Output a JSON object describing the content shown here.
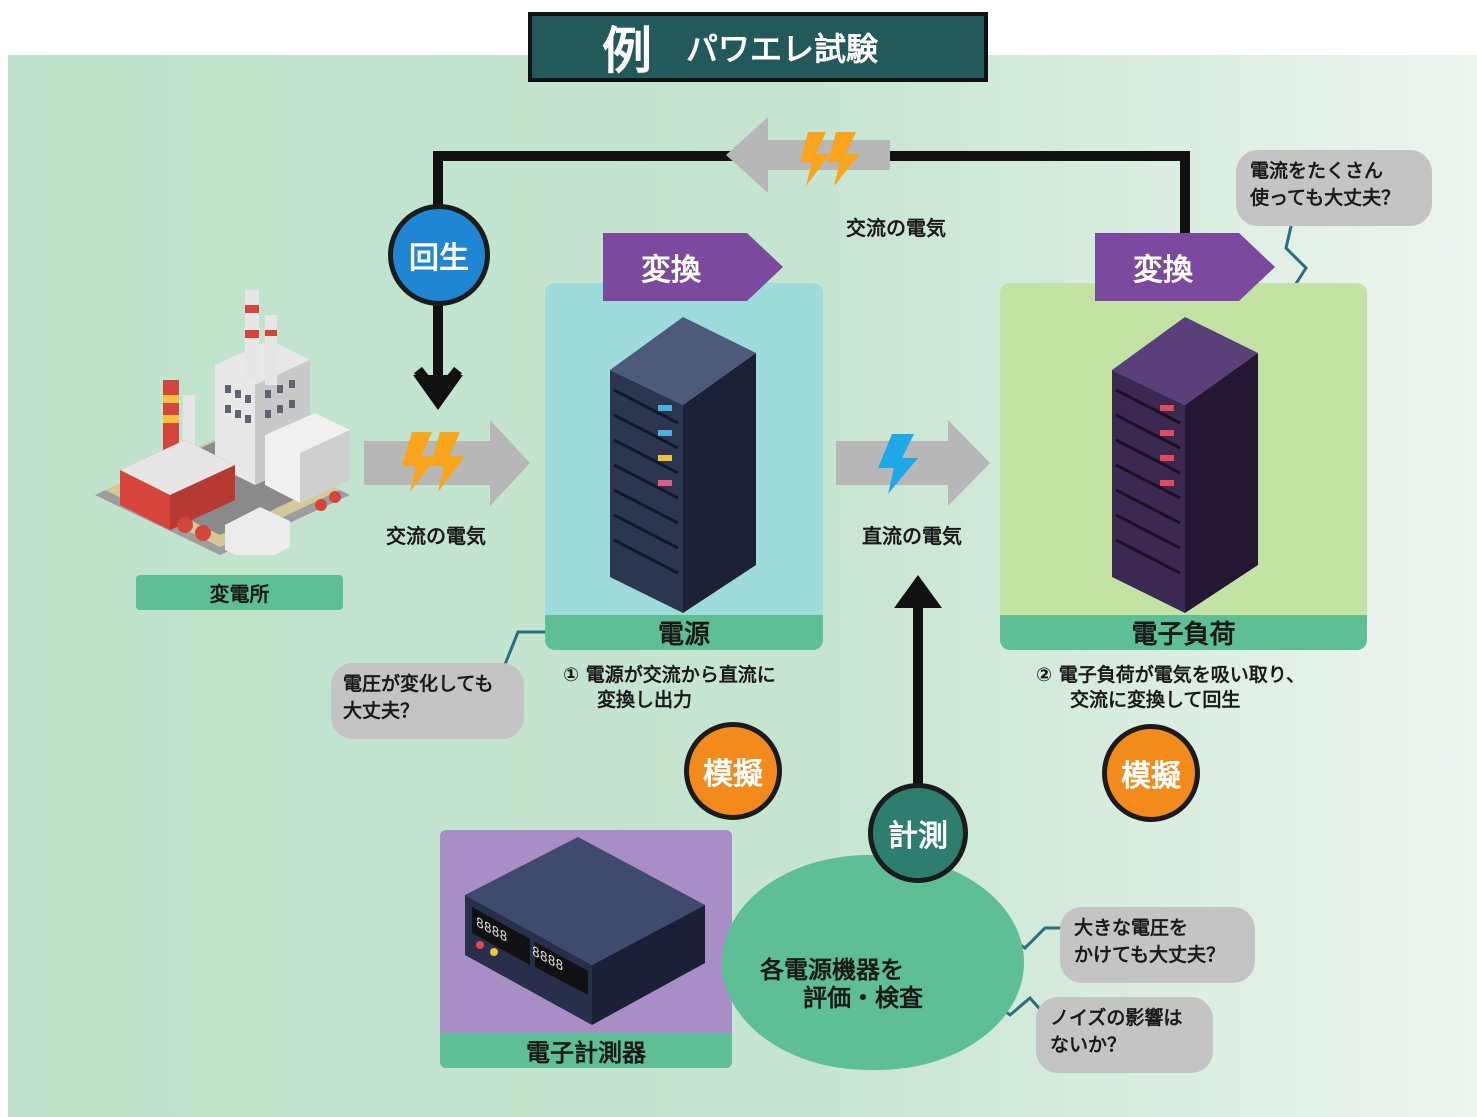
{
  "title": {
    "prefix": "例",
    "text": "パワエレ試験"
  },
  "substation": {
    "label": "変電所"
  },
  "ac_in": {
    "label": "交流の電気"
  },
  "ac_top": {
    "label": "交流の電気"
  },
  "dc": {
    "label": "直流の電気"
  },
  "regen": {
    "label": "回生"
  },
  "convert_left": {
    "label": "変換"
  },
  "convert_right": {
    "label": "変換"
  },
  "power_supply": {
    "label": "電源",
    "desc_line1": "① 電源が交流から直流に",
    "desc_line2": "変換し出力"
  },
  "electronic_load": {
    "label": "電子負荷",
    "desc_line1": "② 電子負荷が電気を吸い取り、",
    "desc_line2": "交流に変換して回生"
  },
  "simulate_left": {
    "label": "模擬"
  },
  "simulate_right": {
    "label": "模擬"
  },
  "measure": {
    "label": "計測"
  },
  "meter": {
    "label": "電子計測器",
    "display1": "8888",
    "display2": "8888"
  },
  "evaluation": {
    "line1": "各電源機器を",
    "line2": "評価・検査"
  },
  "bubbles": {
    "voltage_change": {
      "line1": "電圧が変化しても",
      "line2": "大丈夫？"
    },
    "current_much": {
      "line1": "電流をたくさん",
      "line2": "使っても大丈夫？"
    },
    "high_voltage": {
      "line1": "大きな電圧を",
      "line2": "かけても大丈夫？"
    },
    "noise": {
      "line1": "ノイズの影響は",
      "line2": "ないか？"
    }
  },
  "colors": {
    "background_green": "#bfe3cc",
    "title_bg": "#23595b",
    "purple_tag": "#7b4a9e",
    "supply_panel": "#9edcdc",
    "load_panel": "#c2e3a4",
    "label_green": "#5fbf94",
    "regen_blue": "#1f86d3",
    "simulate_orange": "#f28a1c",
    "measure_teal": "#2e7e6f",
    "meter_panel": "#a98dc7",
    "bolt_orange": "#f9a51b",
    "bolt_blue": "#1fa8e8"
  },
  "icons": [
    "factory-icon",
    "server-rack-icon",
    "server-rack-icon",
    "measuring-device-icon",
    "lightning-bolt-icon"
  ]
}
